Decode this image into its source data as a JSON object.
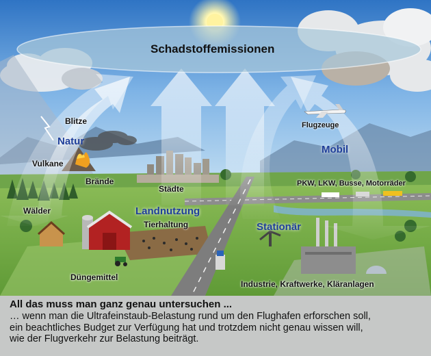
{
  "diagram": {
    "title": "Schadstoffemissionen",
    "categories": {
      "natur": "Natur",
      "mobil": "Mobil",
      "landnutzung": "Landnutzung",
      "stationaer": "Stationär"
    },
    "labels": {
      "blitze": "Blitze",
      "vulkane": "Vulkane",
      "braende": "Brände",
      "waelder": "Wälder",
      "staedte": "Städte",
      "flugzeuge": "Flugzeuge",
      "verkehr": "PKW, LKW, Busse, Motorräder",
      "tierhaltung": "Tierhaltung",
      "duengemittel": "Düngemittel",
      "industrie": "Industrie, Kraftwerke, Kläranlagen"
    }
  },
  "caption": {
    "heading": "All das muss man ganz genau untersuchen ...",
    "line1": "… wenn man die Ultrafeinstaub-Belastung rund um den Flughafen erforschen soll,",
    "line2": "ein beachtliches Budget zur Verfügung hat und trotzdem nicht genau wissen will,",
    "line3": "wie der Flugverkehr zur Belastung beiträgt."
  }
}
